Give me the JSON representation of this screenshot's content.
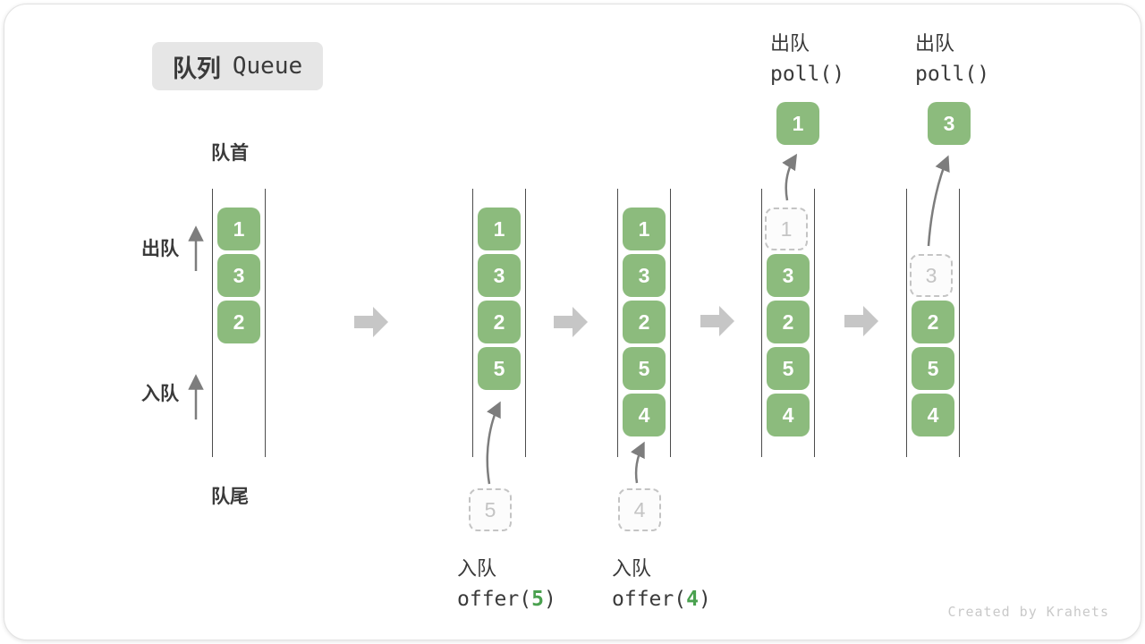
{
  "title": {
    "zh": "队列",
    "en": "Queue"
  },
  "labels": {
    "front": "队首",
    "rear": "队尾",
    "dequeue": "出队",
    "enqueue": "入队"
  },
  "ops": {
    "offer5": {
      "zh": "入队",
      "pre": "offer(",
      "arg": "5",
      "post": ")"
    },
    "offer4": {
      "zh": "入队",
      "pre": "offer(",
      "arg": "4",
      "post": ")"
    },
    "poll1": {
      "zh": "出队",
      "code": "poll()"
    },
    "poll2": {
      "zh": "出队",
      "code": "poll()"
    }
  },
  "queues": {
    "q1": {
      "items": [
        "1",
        "3",
        "2"
      ]
    },
    "q2": {
      "items": [
        "1",
        "3",
        "2",
        "5"
      ],
      "incoming": "5"
    },
    "q3": {
      "items": [
        "1",
        "3",
        "2",
        "5",
        "4"
      ],
      "incoming": "4"
    },
    "q4": {
      "ghost": "1",
      "items": [
        "3",
        "2",
        "5",
        "4"
      ],
      "polled": "1"
    },
    "q5": {
      "ghost": "3",
      "items": [
        "2",
        "5",
        "4"
      ],
      "polled": "3"
    }
  },
  "watermark": "Created by Krahets",
  "colors": {
    "box_green": "#8cbb7d",
    "accent_green": "#4aa14f",
    "block_arrow_gray": "#c6c6c6",
    "thin_arrow_gray": "#7d7d7d",
    "channel_line": "#4c4c4c",
    "badge_bg": "#e6e6e6",
    "ghost_gray": "#c4c4c4",
    "text_dark": "#3a3a3a",
    "watermark_gray": "#c9c9c9"
  }
}
